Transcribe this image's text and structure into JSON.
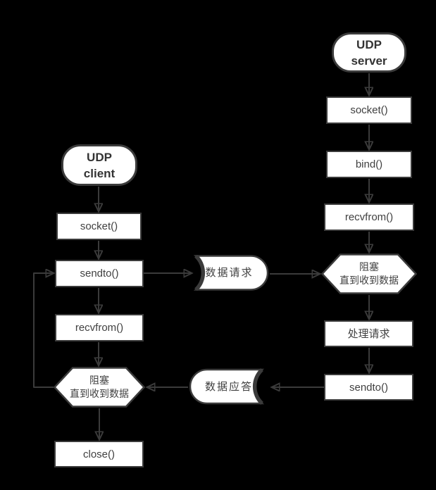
{
  "colors": {
    "background": "#000000",
    "node_fill": "#ffffff",
    "stroke": "#3b3b3b",
    "text": "#404040"
  },
  "server": {
    "terminal": "UDP\nserver",
    "socket": "socket()",
    "bind": "bind()",
    "recvfrom": "recvfrom()",
    "block": "阻塞\n直到收到数据",
    "process": "处理请求",
    "sendto": "sendto()"
  },
  "client": {
    "terminal": "UDP\nclient",
    "socket": "socket()",
    "sendto": "sendto()",
    "recvfrom": "recvfrom()",
    "block": "阻塞\n直到收到数据",
    "close": "close()"
  },
  "messages": {
    "request": "数据请求",
    "reply": "数据应答"
  }
}
